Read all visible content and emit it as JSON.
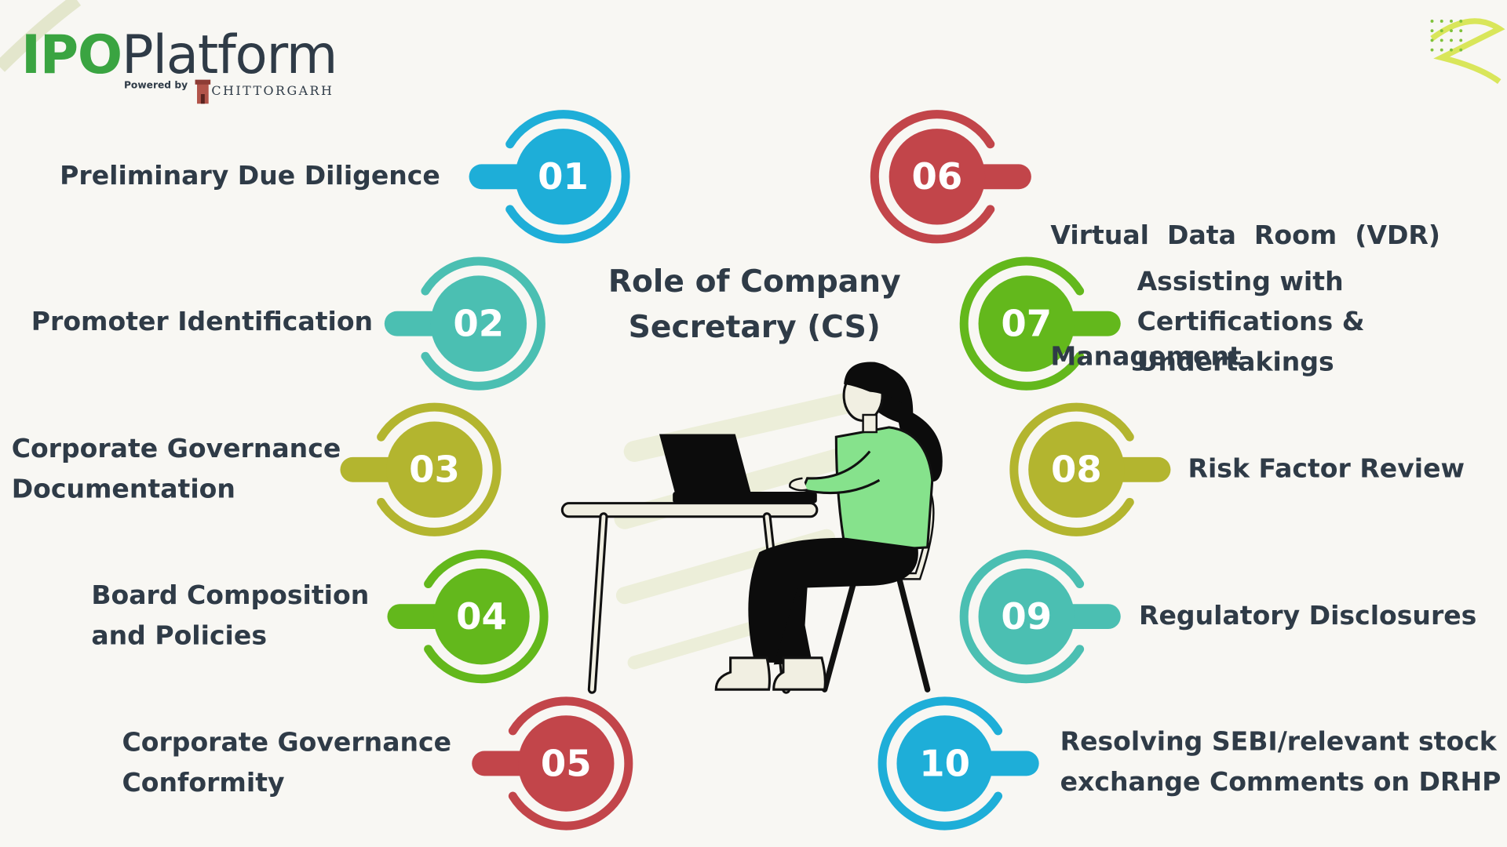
{
  "logo": {
    "ipo": "IPO",
    "platform": "Platform",
    "powered_by": "Powered by",
    "brand": "CHITTORGARH"
  },
  "title": {
    "line1": "Role of Company",
    "line2": "Secretary (CS)"
  },
  "colors": {
    "blue": "#1eaed8",
    "teal": "#4bbfb2",
    "olive": "#b3b52f",
    "green": "#63b81c",
    "red": "#c2454a",
    "text": "#2f3b47",
    "background": "#f8f7f3"
  },
  "items": [
    {
      "number": "01",
      "lines": [
        "Preliminary Due Diligence"
      ],
      "color": "#1eaed8"
    },
    {
      "number": "02",
      "lines": [
        "Promoter Identification"
      ],
      "color": "#4bbfb2"
    },
    {
      "number": "03",
      "lines": [
        "Corporate Governance",
        "Documentation"
      ],
      "color": "#b3b52f"
    },
    {
      "number": "04",
      "lines": [
        "Board Composition",
        "and Policies"
      ],
      "color": "#63b81c"
    },
    {
      "number": "05",
      "lines": [
        "Corporate Governance",
        "Conformity"
      ],
      "color": "#c2454a"
    },
    {
      "number": "06",
      "lines": [
        "Virtual  Data  Room  (VDR)",
        "Management"
      ],
      "color": "#c2454a"
    },
    {
      "number": "07",
      "lines": [
        "Assisting with",
        "Certifications &",
        "Undertakings"
      ],
      "color": "#63b81c"
    },
    {
      "number": "08",
      "lines": [
        "Risk Factor Review"
      ],
      "color": "#b3b52f"
    },
    {
      "number": "09",
      "lines": [
        "Regulatory Disclosures"
      ],
      "color": "#4bbfb2"
    },
    {
      "number": "10",
      "lines": [
        "Resolving SEBI/relevant stock",
        "exchange Comments on DRHP"
      ],
      "color": "#1eaed8"
    }
  ],
  "illustration": {
    "icon": "woman-at-laptop-desk-illustration"
  }
}
